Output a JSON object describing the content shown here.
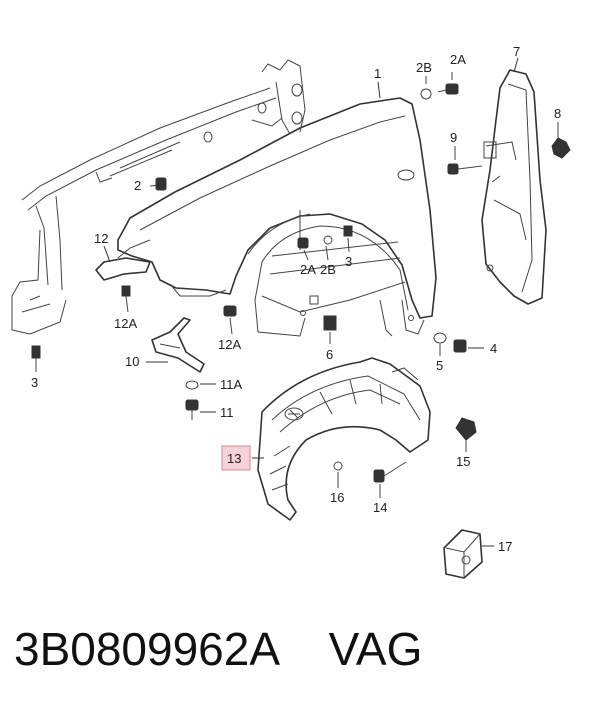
{
  "labels": {
    "l1": "1",
    "l2": "2",
    "l2A_top": "2A",
    "l2B_top": "2B",
    "l2A_mid": "2A",
    "l2B_mid": "2B",
    "l3_mid": "3",
    "l3_left": "3",
    "l4": "4",
    "l5": "5",
    "l6": "6",
    "l7": "7",
    "l8": "8",
    "l9": "9",
    "l10": "10",
    "l11": "11",
    "l11A": "11A",
    "l12": "12",
    "l12A_left": "12A",
    "l12A_mid": "12A",
    "l13": "13",
    "l14": "14",
    "l15": "15",
    "l16": "16",
    "l17": "17"
  },
  "highlight_color": "#f6d3d8",
  "footer": {
    "part_number": "3B0809962A",
    "brand": "VAG"
  }
}
